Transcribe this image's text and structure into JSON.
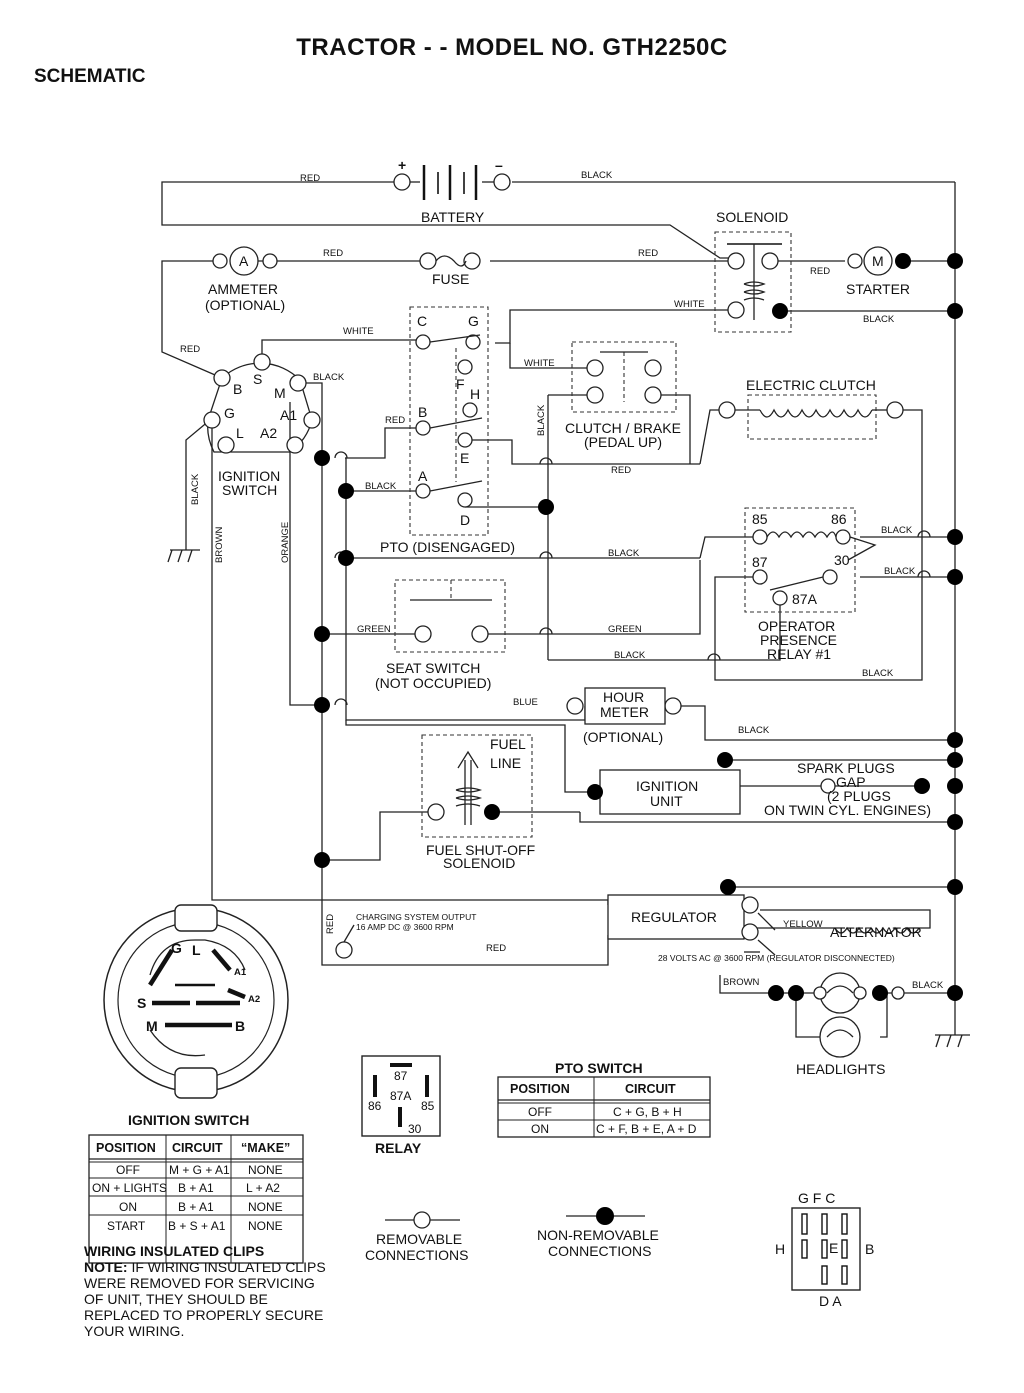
{
  "title": "TRACTOR - - MODEL NO. GTH2250C",
  "subtitle": "SCHEMATIC",
  "components": {
    "battery": "BATTERY",
    "battery_pos": "+",
    "battery_neg": "–",
    "solenoid": "SOLENOID",
    "ammeter": "AMMETER",
    "ammeter_sub": "(OPTIONAL)",
    "ammeter_symbol": "A",
    "fuse": "FUSE",
    "starter": "STARTER",
    "starter_symbol": "M",
    "electric_clutch": "ELECTRIC CLUTCH",
    "clutch_brake_1": "CLUTCH / BRAKE",
    "clutch_brake_2": "(PEDAL UP)",
    "ignition_switch_1": "IGNITION",
    "ignition_switch_2": "SWITCH",
    "pto": "PTO (DISENGAGED)",
    "seat_switch_1": "SEAT SWITCH",
    "seat_switch_2": "(NOT OCCUPIED)",
    "relay_1": "OPERATOR",
    "relay_2": "PRESENCE",
    "relay_3": "RELAY #1",
    "hour_meter_1": "HOUR",
    "hour_meter_2": "METER",
    "hour_meter_sub": "(OPTIONAL)",
    "fuel_line_1": "FUEL",
    "fuel_line_2": "LINE",
    "fuel_solenoid_1": "FUEL SHUT-OFF",
    "fuel_solenoid_2": "SOLENOID",
    "ignition_unit_1": "IGNITION",
    "ignition_unit_2": "UNIT",
    "spark_1": "SPARK PLUGS",
    "spark_2": "GAP",
    "spark_3": "(2 PLUGS",
    "spark_4": "ON TWIN CYL. ENGINES)",
    "regulator": "REGULATOR",
    "alternator": "ALTERNATOR",
    "charging_1": "CHARGING SYSTEM OUTPUT",
    "charging_2": "16 AMP DC @ 3600 RPM",
    "alt_note": "28 VOLTS AC @ 3600 RPM (REGULATOR DISCONNECTED)",
    "headlights": "HEADLIGHTS"
  },
  "terminals": {
    "ign": [
      "B",
      "S",
      "M",
      "G",
      "A1",
      "L",
      "A2"
    ],
    "pto": [
      "C",
      "G",
      "F",
      "H",
      "B",
      "E",
      "A",
      "D"
    ],
    "relay": [
      "85",
      "86",
      "87",
      "30",
      "87A"
    ]
  },
  "wires": {
    "red": "RED",
    "black": "BLACK",
    "white": "WHITE",
    "green": "GREEN",
    "blue": "BLUE",
    "brown": "BROWN",
    "orange": "ORANGE",
    "yellow": "YELLOW"
  },
  "ignition_table": {
    "title": "IGNITION SWITCH",
    "headers": [
      "POSITION",
      "CIRCUIT",
      "“MAKE”"
    ],
    "rows": [
      [
        "OFF",
        "M + G + A1",
        "NONE"
      ],
      [
        "ON + LIGHTS",
        "B + A1",
        "L + A2"
      ],
      [
        "ON",
        "B + A1",
        "NONE"
      ],
      [
        "START",
        "B + S + A1",
        "NONE"
      ]
    ]
  },
  "pto_table": {
    "title": "PTO SWITCH",
    "headers": [
      "POSITION",
      "CIRCUIT"
    ],
    "rows": [
      [
        "OFF",
        "C + G, B + H"
      ],
      [
        "ON",
        "C + F, B + E, A + D"
      ]
    ]
  },
  "relay_diagram": {
    "label": "RELAY",
    "pins": [
      "87",
      "86",
      "87A",
      "85",
      "30"
    ]
  },
  "legend": {
    "removable_1": "REMOVABLE",
    "removable_2": "CONNECTIONS",
    "nonremovable_1": "NON-REMOVABLE",
    "nonremovable_2": "CONNECTIONS"
  },
  "pto_connector": {
    "top": "G F C",
    "left": "H",
    "center": "E",
    "right": "B",
    "bottom": "D A"
  },
  "ign_face": {
    "labels": [
      "G",
      "L",
      "A1",
      "A2",
      "S",
      "M",
      "B"
    ]
  },
  "note": {
    "title": "WIRING INSULATED CLIPS",
    "lead": "NOTE:",
    "body": "IF WIRING INSULATED CLIPS WERE REMOVED FOR SERVICING OF UNIT, THEY SHOULD BE REPLACED TO PROPERLY SECURE YOUR WIRING."
  }
}
